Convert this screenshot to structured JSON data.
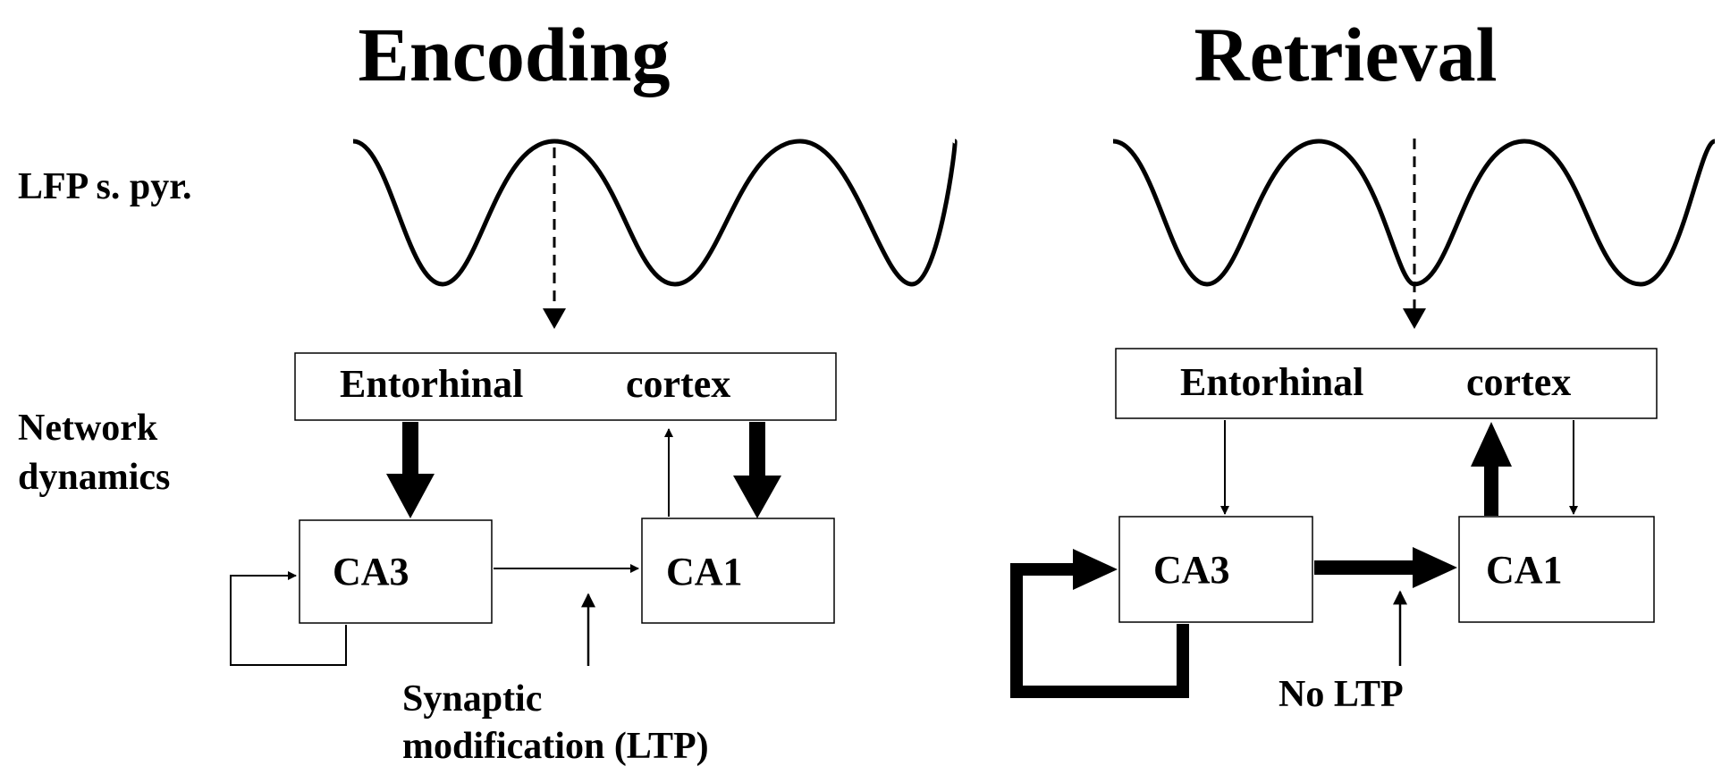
{
  "titles": {
    "encoding": "Encoding",
    "retrieval": "Retrieval"
  },
  "row_labels": {
    "lfp": "LFP s. pyr.",
    "network_line1": "Network",
    "network_line2": "dynamics"
  },
  "boxes": {
    "entorhinal_word1": "Entorhinal",
    "entorhinal_word2": "cortex",
    "ca3": "CA3",
    "ca1": "CA1"
  },
  "annotations": {
    "synaptic_line1": "Synaptic",
    "synaptic_line2": "modification (LTP)",
    "no_ltp": "No LTP"
  },
  "icons": {
    "wave": "sine-wave-icon",
    "arrow": "arrow-icon"
  },
  "colors": {
    "stroke": "#000000",
    "background": "#ffffff"
  }
}
